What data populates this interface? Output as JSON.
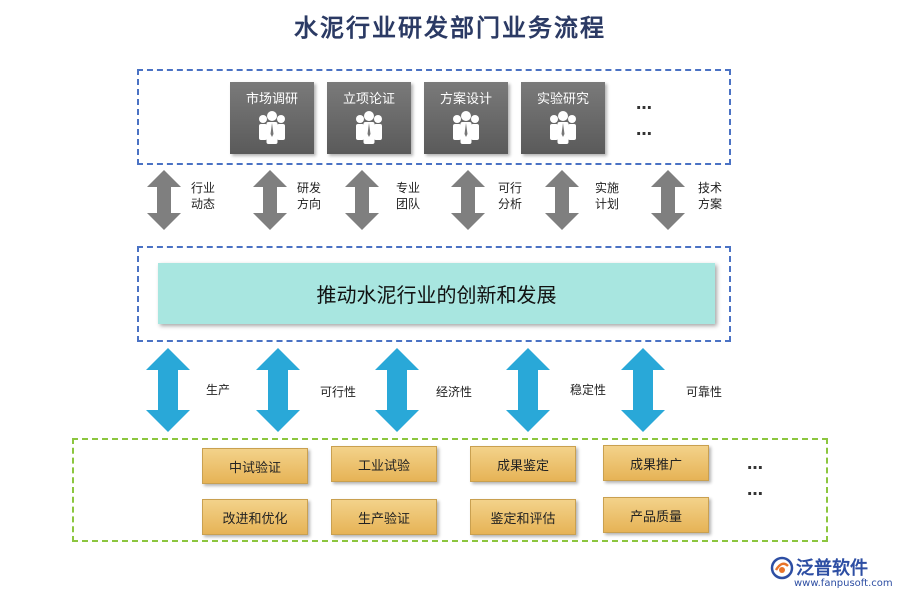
{
  "title": "水泥行业研发部门业务流程",
  "departments": [
    {
      "label": "市场调研",
      "icon": "people-group-icon"
    },
    {
      "label": "立项论证",
      "icon": "people-group-icon"
    },
    {
      "label": "方案设计",
      "icon": "people-group-icon"
    },
    {
      "label": "实验研究",
      "icon": "people-group-icon"
    }
  ],
  "top_more": [
    "…",
    "…"
  ],
  "upper_links": [
    {
      "label": "行业\n动态"
    },
    {
      "label": "研发\n方向"
    },
    {
      "label": "专业\n团队"
    },
    {
      "label": "可行\n分析"
    },
    {
      "label": "实施\n计划"
    },
    {
      "label": "技术\n方案"
    }
  ],
  "center": "推动水泥行业的创新和发展",
  "lower_links": [
    {
      "label": "生产"
    },
    {
      "label": "可行性"
    },
    {
      "label": "经济性"
    },
    {
      "label": "稳定性"
    },
    {
      "label": "可靠性"
    }
  ],
  "results": [
    {
      "label": "中试验证"
    },
    {
      "label": "工业试验"
    },
    {
      "label": "成果鉴定"
    },
    {
      "label": "成果推广"
    },
    {
      "label": "改进和优化"
    },
    {
      "label": "生产验证"
    },
    {
      "label": "鉴定和评估"
    },
    {
      "label": "产品质量"
    }
  ],
  "bottom_more": [
    "…",
    "…"
  ],
  "logo": {
    "name": "泛普软件",
    "url": "www.fanpusoft.com"
  },
  "colors": {
    "title": "#2b3a64",
    "top_border": "#4a72c4",
    "bottom_border": "#8cc63f",
    "department_fill": "#666666",
    "gray_arrow": "#7f7f7f",
    "blue_arrow": "#29a8d8",
    "center_fill": "#a8e6e0",
    "result_fill": "#ecc26e"
  }
}
